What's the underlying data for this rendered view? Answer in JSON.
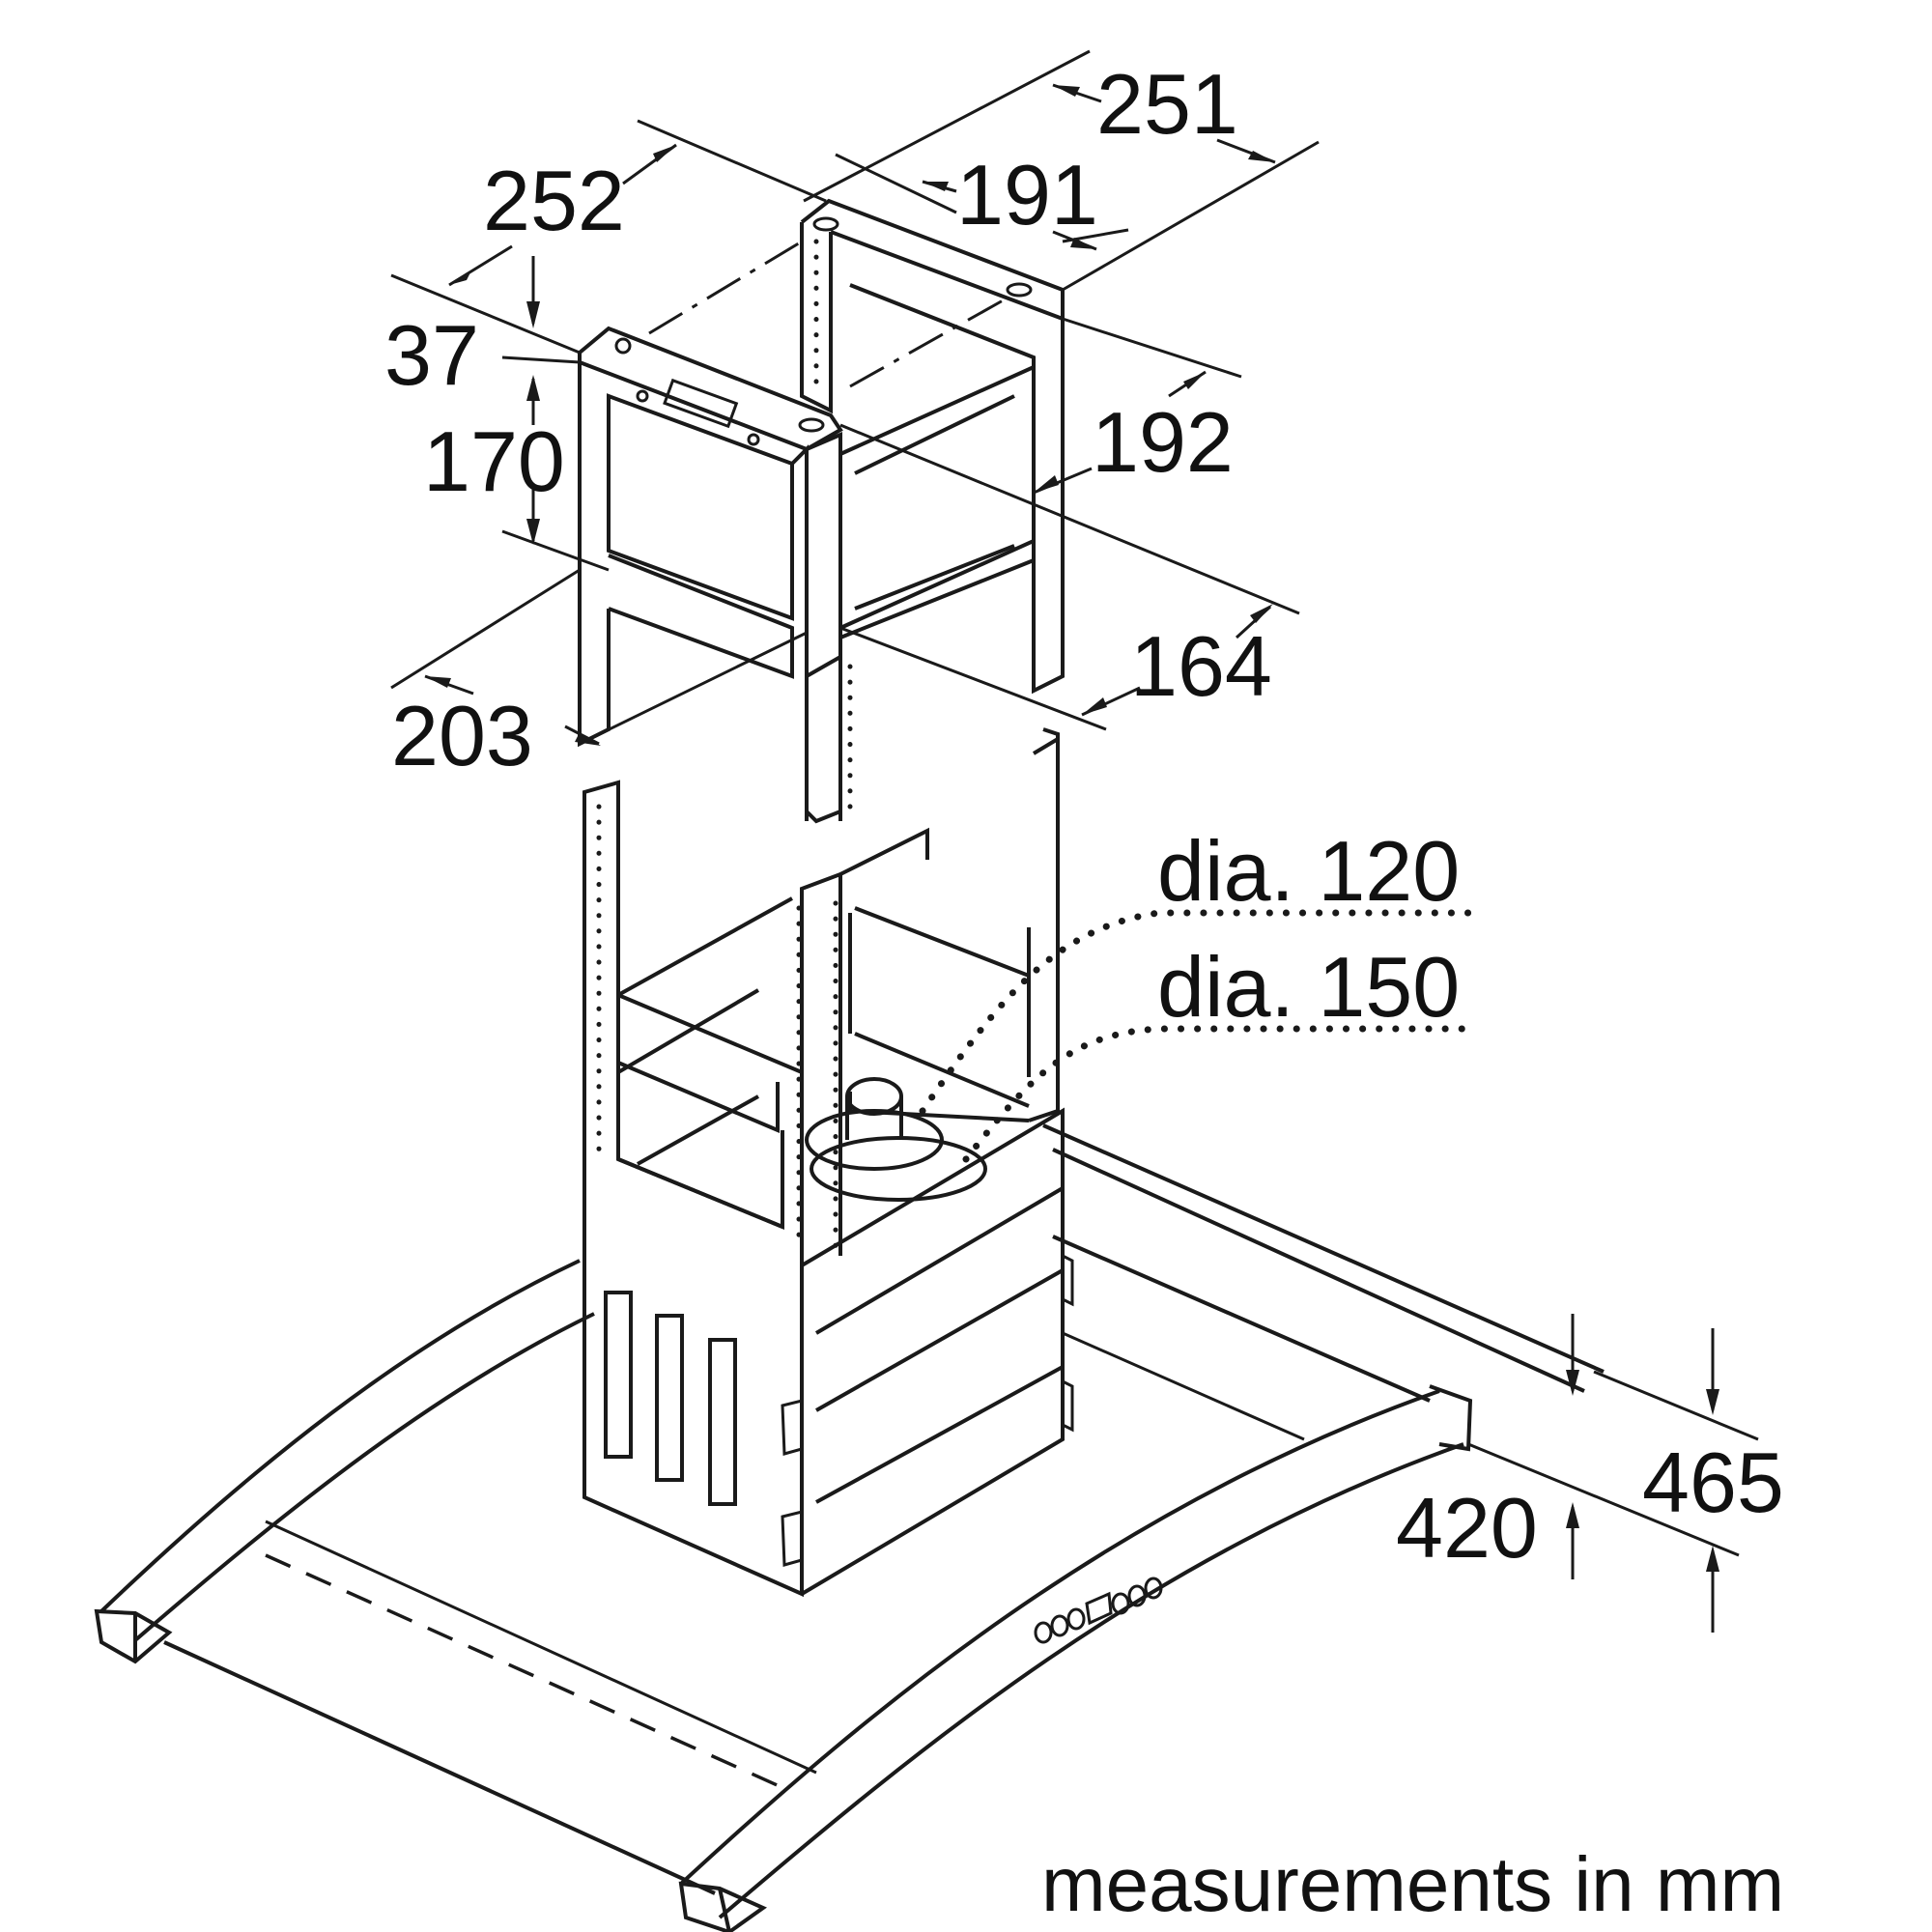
{
  "dimensions": {
    "d251": "251",
    "d252": "252",
    "d191": "191",
    "d37": "37",
    "d170": "170",
    "d192": "192",
    "d164": "164",
    "d203": "203",
    "d420": "420",
    "d465": "465"
  },
  "duct": {
    "dia_small": "dia. 120",
    "dia_large": "dia. 150"
  },
  "units_note": "measurements in mm"
}
